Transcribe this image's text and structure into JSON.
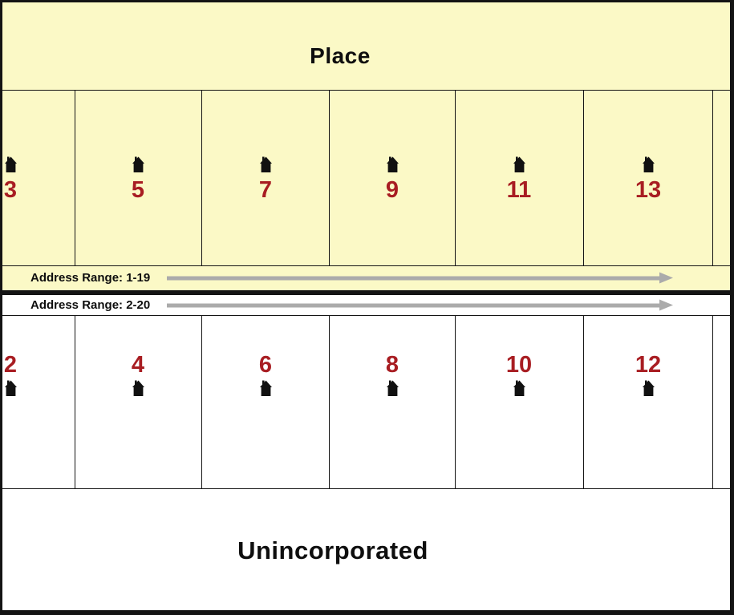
{
  "place": {
    "label": "Place"
  },
  "unincorporated": {
    "label": "Unincorporated"
  },
  "ranges": {
    "top": "Address Range: 1-19",
    "bottom": "Address Range: 2-20"
  },
  "lots_top": [
    "3",
    "5",
    "7",
    "9",
    "11",
    "13"
  ],
  "lots_bottom": [
    "2",
    "4",
    "6",
    "8",
    "10",
    "12"
  ],
  "colors": {
    "place_fill": "#fbf9c6",
    "number_red": "#a81d22",
    "arrow_gray": "#ababab",
    "line_black": "#141414",
    "text_black": "#0e0e0e"
  }
}
